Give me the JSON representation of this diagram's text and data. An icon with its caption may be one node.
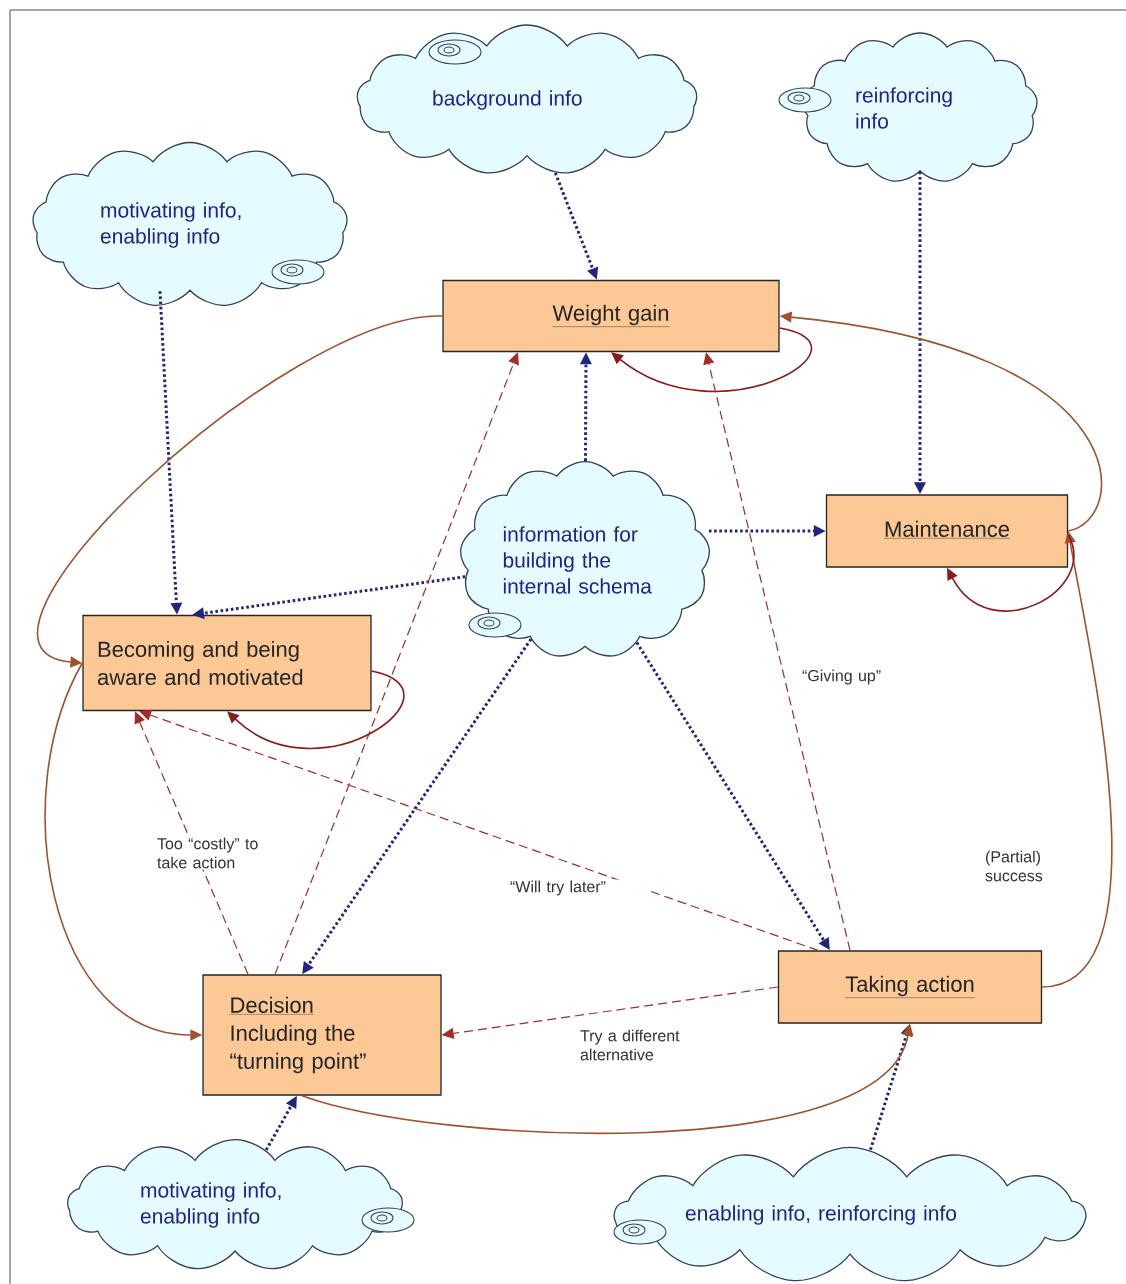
{
  "diagram": {
    "nodes": [
      {
        "text": [
          "background info"
        ]
      },
      {
        "text": [
          "reinforcing info"
        ]
      },
      {
        "text": [
          "motivating info, enabling info"
        ]
      },
      {
        "text": [
          "Weight gain"
        ]
      },
      {
        "text": [
          "information for building the internal schema"
        ]
      },
      {
        "text": [
          "Maintenance"
        ]
      },
      {
        "text": [
          "Becoming and being aware and motivated"
        ]
      },
      {
        "text": [
          "Decision",
          "Including the “turning point”"
        ]
      },
      {
        "text": [
          "Taking action"
        ]
      },
      {
        "text": [
          "motivating info, enabling info"
        ]
      },
      {
        "text": [
          "enabling info, reinforcing info"
        ]
      }
    ],
    "edges": [
      {
        "from": 0,
        "to": 3,
        "arrow": "to",
        "style": "dashed"
      },
      {
        "from": 1,
        "to": 5,
        "arrow": "to",
        "style": "dashed"
      },
      {
        "from": 2,
        "to": 6,
        "arrow": "to",
        "style": "dashed"
      },
      {
        "from": 4,
        "to": 6,
        "arrow": "to",
        "style": "dashed"
      },
      {
        "from": 4,
        "to": 3,
        "arrow": "to",
        "style": "dashed"
      },
      {
        "from": 4,
        "to": 5,
        "arrow": "to",
        "style": "dashed"
      },
      {
        "from": 4,
        "to": 7,
        "arrow": "to",
        "style": "dashed"
      },
      {
        "from": 4,
        "to": 8,
        "arrow": "to",
        "style": "dashed"
      },
      {
        "from": 9,
        "to": 7,
        "arrow": "to",
        "style": "dashed"
      },
      {
        "from": 10,
        "to": 8,
        "arrow": "to",
        "style": "dashed"
      },
      {
        "from": 3,
        "to": 6,
        "arrow": "to",
        "color": "#a0522d"
      },
      {
        "from": 6,
        "to": 7,
        "arrow": "to",
        "color": "#a0522d"
      },
      {
        "from": 7,
        "to": 8,
        "arrow": "to",
        "color": "#a0522d"
      },
      {
        "from": 8,
        "to": 5,
        "arrow": "to",
        "color": "#a0522d",
        "label": "(Partial) success"
      },
      {
        "from": 5,
        "to": 3,
        "arrow": "to",
        "color": "#a0522d"
      },
      {
        "from": 3,
        "to": 3,
        "arrow": "to",
        "color": "#8b1a1a"
      },
      {
        "from": 6,
        "to": 6,
        "arrow": "to",
        "color": "#8b1a1a"
      },
      {
        "from": 5,
        "to": 5,
        "arrow": "to",
        "color": "#8b1a1a"
      },
      {
        "from": 7,
        "to": 6,
        "arrow": "to",
        "style": "dashed",
        "color": "#a52a2a",
        "label": "Too “costly” to take action"
      },
      {
        "from": 7,
        "to": 3,
        "arrow": "to",
        "style": "dashed",
        "color": "#a52a2a"
      },
      {
        "from": 8,
        "to": 3,
        "arrow": "to",
        "style": "dashed",
        "color": "#a52a2a",
        "label": "“Giving up”"
      },
      {
        "from": 8,
        "to": 6,
        "arrow": "to",
        "style": "dashed",
        "color": "#a52a2a",
        "label": "“Will try later”"
      },
      {
        "from": 8,
        "to": 7,
        "arrow": "to",
        "style": "dashed",
        "color": "#a52a2a",
        "label": "Try a different alternative"
      }
    ]
  }
}
